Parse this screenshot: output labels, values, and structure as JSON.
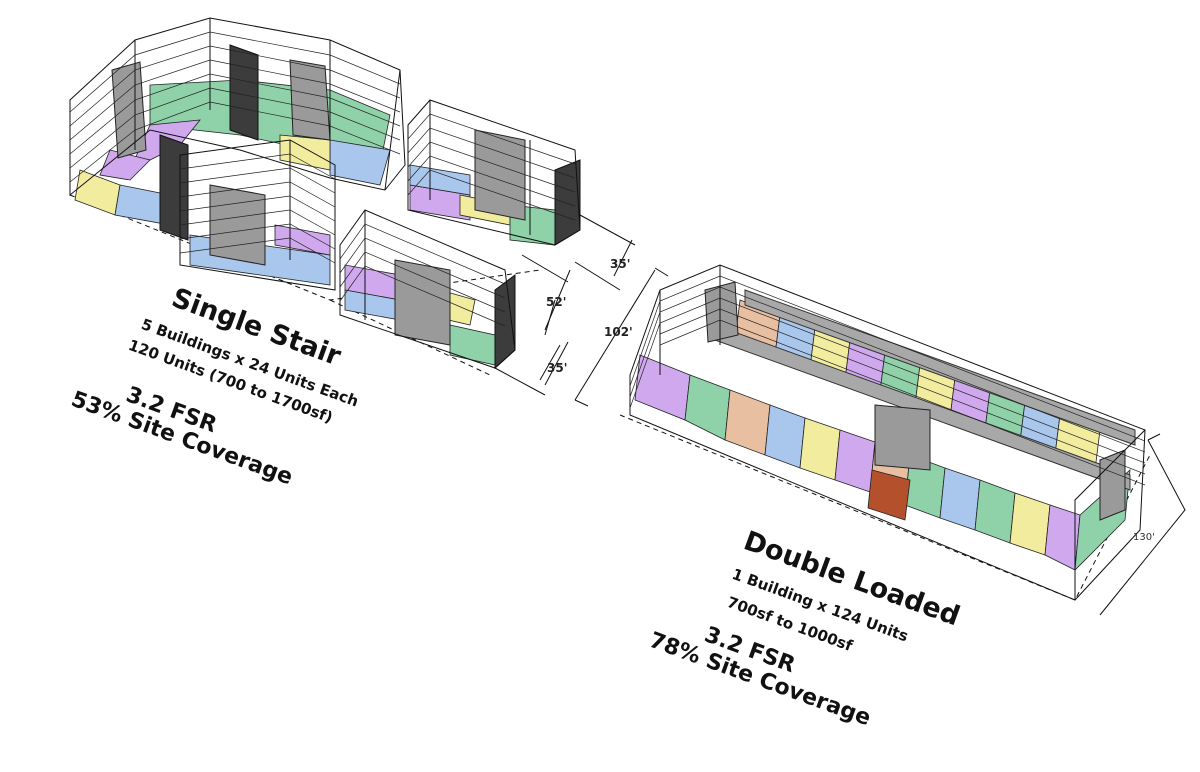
{
  "colors": {
    "green": "#8fd1a8",
    "purple": "#cfa8ee",
    "blue": "#a9c6ec",
    "yellow": "#f2ec9e",
    "peach": "#e9bfa2",
    "brick": "#b4502c",
    "core_gray": "#9a9a9a",
    "wall_dark": "#3c3c3c"
  },
  "single_stair": {
    "title": "Single Stair",
    "line1": "5 Buildings x 24 Units Each",
    "line2": "120 Units (700 to 1700sf)",
    "fsr": "3.2 FSR",
    "coverage": "53% Site Coverage"
  },
  "double_loaded": {
    "title": "Double Loaded",
    "line1": "1 Building x 124 Units",
    "line2": "700sf to 1000sf",
    "fsr": "3.2 FSR",
    "coverage": "78% Site Coverage"
  },
  "dimensions": {
    "d1": "35'",
    "d2": "52'",
    "d3": "35'",
    "d4": "102'",
    "d5": "130'"
  }
}
